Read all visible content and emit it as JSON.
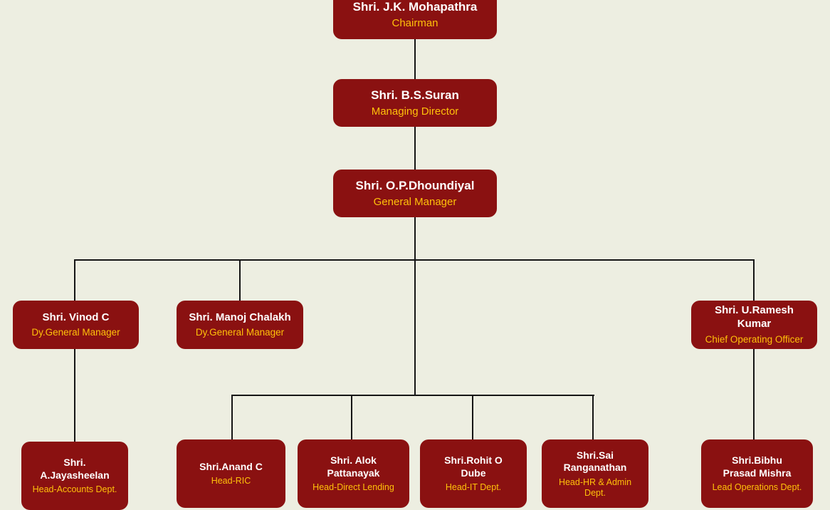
{
  "diagram": {
    "type": "org-chart",
    "background_color": "#EDEEE1",
    "node_color": "#8A1111",
    "name_color": "#FFFFFF",
    "title_color": "#FFC10A",
    "connector_color": "#151515"
  },
  "nodes": {
    "chairman": {
      "name": "Shri. J.K. Mohapathra",
      "title": "Chairman"
    },
    "managing_director": {
      "name": "Shri. B.S.Suran",
      "title": "Managing Director"
    },
    "general_manager": {
      "name": "Shri. O.P.Dhoundiyal",
      "title": "General Manager"
    },
    "dgm_vinod": {
      "name": "Shri. Vinod C",
      "title": "Dy.General Manager"
    },
    "dgm_manoj": {
      "name": "Shri. Manoj Chalakh",
      "title": "Dy.General Manager"
    },
    "coo_ramesh": {
      "name": "Shri. U.Ramesh Kumar",
      "title": "Chief Operating Officer"
    },
    "head_accounts": {
      "name": "Shri.\nA.Jayasheelan",
      "title": "Head-Accounts Dept."
    },
    "head_ric": {
      "name": "Shri.Anand C",
      "title": "Head-RIC"
    },
    "head_direct_lending": {
      "name": "Shri. Alok\nPattanayak",
      "title": "Head-Direct Lending"
    },
    "head_it": {
      "name": "Shri.Rohit O\nDube",
      "title": "Head-IT Dept."
    },
    "head_hr": {
      "name": "Shri.Sai\nRanganathan",
      "title": "Head-HR & Admin Dept."
    },
    "lead_operations": {
      "name": "Shri.Bibhu\nPrasad Mishra",
      "title": "Lead Operations Dept."
    }
  },
  "hierarchy": {
    "chairman": [
      "managing_director"
    ],
    "managing_director": [
      "general_manager"
    ],
    "general_manager": [
      "dgm_vinod",
      "dgm_manoj",
      "coo_ramesh",
      "head_ric",
      "head_direct_lending",
      "head_it",
      "head_hr"
    ],
    "dgm_vinod": [
      "head_accounts"
    ],
    "coo_ramesh": [
      "lead_operations"
    ]
  }
}
